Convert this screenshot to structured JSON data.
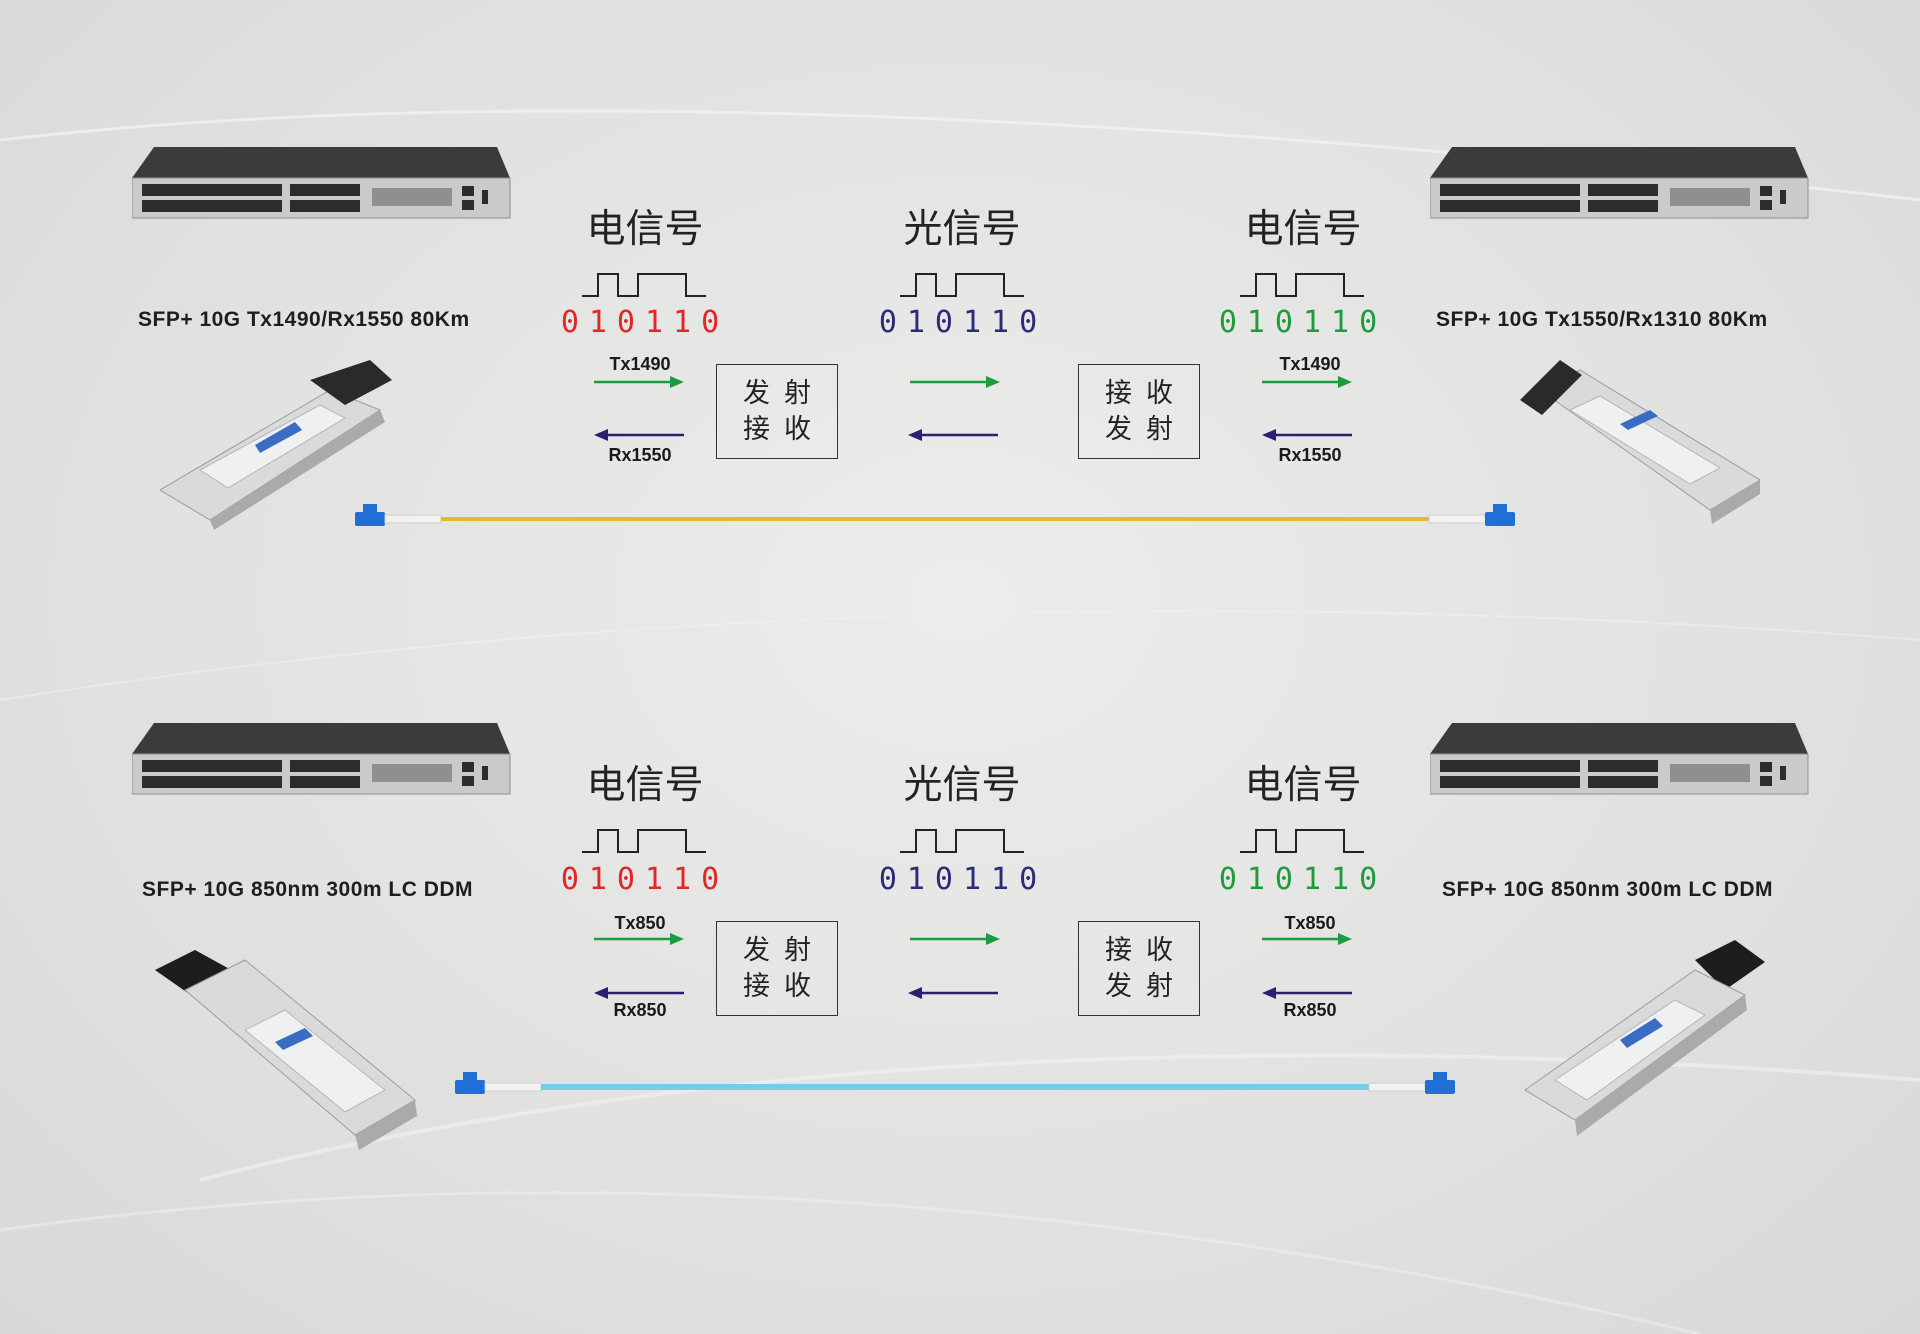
{
  "sections": [
    {
      "left_module": "SFP+  10G  Tx1490/Rx1550 80Km",
      "right_module": "SFP+  10G  Tx1550/Rx1310 80Km",
      "signals": {
        "left_title": "电信号",
        "left_bits": "010110",
        "left_bits_color": "#e32626",
        "mid_title": "光信号",
        "mid_bits": "010110",
        "mid_bits_color": "#2b2b7a",
        "right_title": "电信号",
        "right_bits": "010110",
        "right_bits_color": "#1f9b3f"
      },
      "tx_left": "Tx1490",
      "rx_left": "Rx1550",
      "tx_right": "Tx1490",
      "rx_right": "Rx1550",
      "box_left": [
        "发射",
        "接收"
      ],
      "box_right": [
        "接收",
        "发射"
      ],
      "fiber_color": "#e8b830"
    },
    {
      "left_module": "SFP+ 10G  850nm 300m LC DDM",
      "right_module": "SFP+ 10G  850nm 300m LC DDM",
      "signals": {
        "left_title": "电信号",
        "left_bits": "010110",
        "left_bits_color": "#e32626",
        "mid_title": "光信号",
        "mid_bits": "010110",
        "mid_bits_color": "#2b2b7a",
        "right_title": "电信号",
        "right_bits": "010110",
        "right_bits_color": "#1f9b3f"
      },
      "tx_left": "Tx850",
      "rx_left": "Rx850",
      "tx_right": "Tx850",
      "rx_right": "Rx850",
      "box_left": [
        "发射",
        "接收"
      ],
      "box_right": [
        "接收",
        "发射"
      ],
      "fiber_color": "#6fd0e6"
    }
  ],
  "colors": {
    "tx_arrow": "#1f9b3f",
    "rx_arrow": "#2a1f72",
    "connector": "#1f6fd6"
  }
}
